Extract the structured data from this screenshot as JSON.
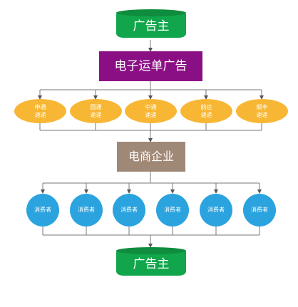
{
  "advertiser_top": "广告主",
  "express_ad": "电子运单广告",
  "couriers": [
    {
      "line1": "申通",
      "line2": "速递"
    },
    {
      "line1": "圆通",
      "line2": "速递"
    },
    {
      "line1": "中通",
      "line2": "速递"
    },
    {
      "line1": "韵达",
      "line2": "速递"
    },
    {
      "line1": "顺丰",
      "line2": "速递"
    }
  ],
  "ecommerce": "电商企业",
  "consumers": [
    "消费者",
    "消费者",
    "消费者",
    "消费者",
    "消费者",
    "消费者"
  ],
  "advertiser_bottom": "广告主",
  "colors": {
    "advertiser": "#11a64b",
    "express_ad": "#8b0f84",
    "courier": "#f7b734",
    "ecommerce": "#a08876",
    "consumer": "#2aa3df",
    "connector": "#555555"
  }
}
